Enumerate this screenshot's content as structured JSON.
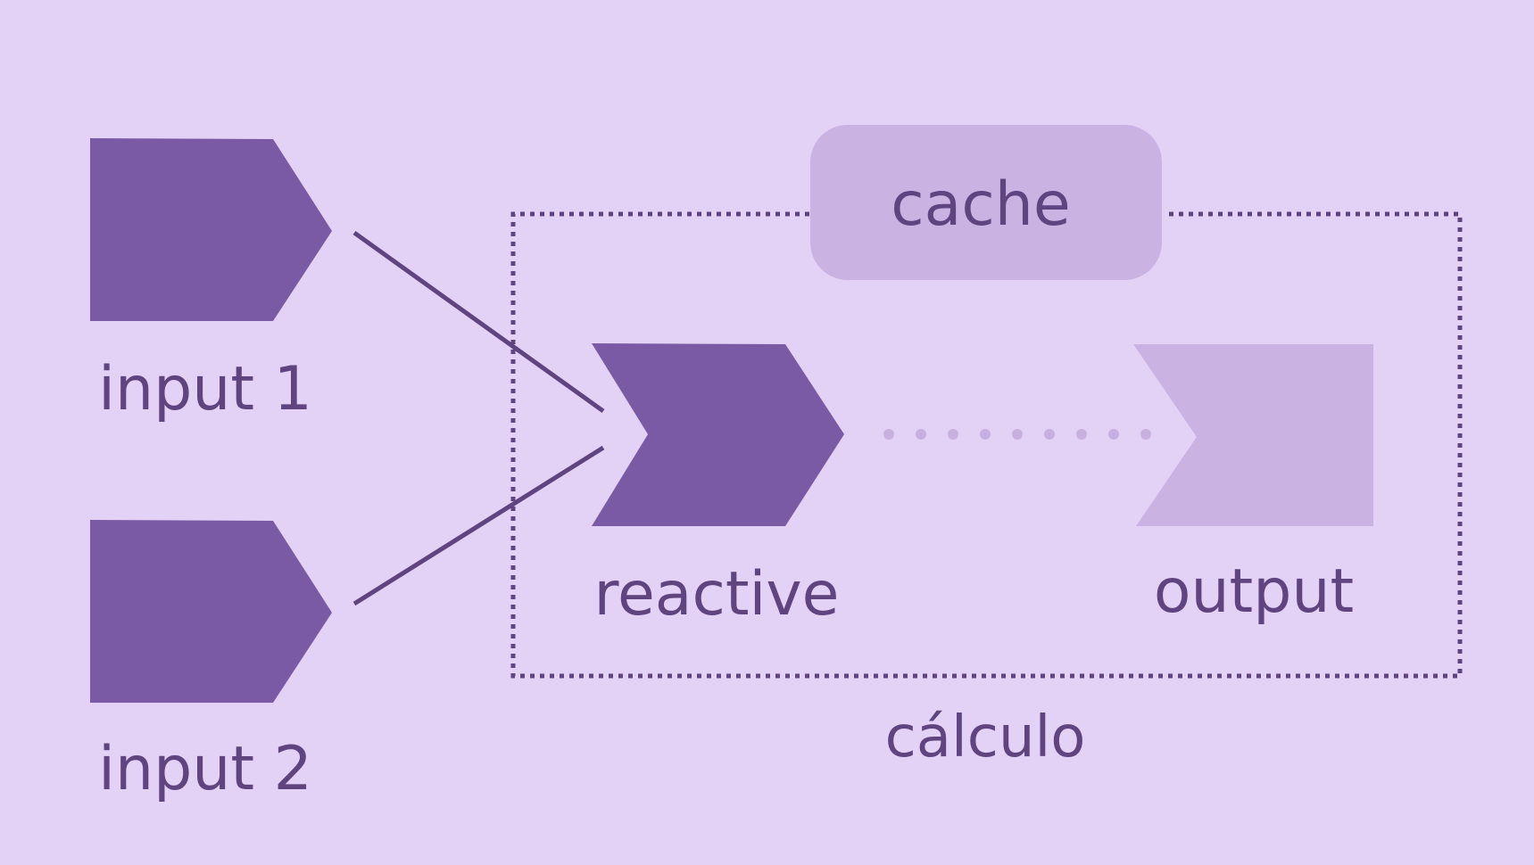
{
  "colors": {
    "background": "#e3d2f5",
    "node_dark": "#7b5aa5",
    "node_light": "#cab2e2",
    "text": "#5f4480",
    "edge": "#5f4480",
    "dotted_path": "#c7b0e0"
  },
  "nodes": {
    "input1": {
      "label": "input 1"
    },
    "input2": {
      "label": "input 2"
    },
    "reactive": {
      "label": "reactive"
    },
    "output": {
      "label": "output"
    },
    "cache": {
      "label": "cache"
    }
  },
  "group": {
    "label": "cálculo"
  },
  "edges": [
    {
      "from": "input1",
      "to": "reactive",
      "style": "solid"
    },
    {
      "from": "input2",
      "to": "reactive",
      "style": "solid"
    },
    {
      "from": "reactive",
      "to": "output",
      "style": "dotted"
    }
  ]
}
